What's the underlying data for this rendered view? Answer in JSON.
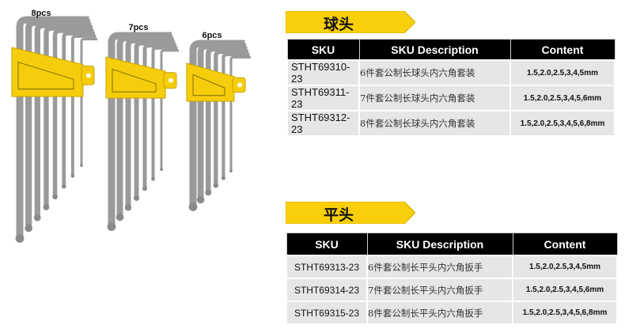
{
  "image": {
    "sets": [
      {
        "label": "8pcs"
      },
      {
        "label": "7pcs"
      },
      {
        "label": "6pcs"
      }
    ]
  },
  "colors": {
    "yellow": "#f5cd0c",
    "key": "#9a9a9a"
  },
  "ball": {
    "title": "球头",
    "headers": [
      "SKU",
      "SKU Description",
      "Content"
    ],
    "rows": [
      [
        "STHT69310-23",
        "6件套公制长球头内六角套装",
        "1.5,2.0,2.5,3,4,5mm"
      ],
      [
        "STHT69311-23",
        "7件套公制长球头内六角套装",
        "1.5,2.0,2.5,3,4,5,6mm"
      ],
      [
        "STHT69312-23",
        "8件套公制长球头内六角套装",
        "1.5,2.0,2.5,3,4,5,6,8mm"
      ]
    ]
  },
  "flat": {
    "title": "平头",
    "headers": [
      "SKU",
      "SKU Description",
      "Content"
    ],
    "rows": [
      [
        "STHT69313-23",
        "6件套公制长平头内六角扳手",
        "1.5,2.0,2.5,3,4,5mm"
      ],
      [
        "STHT69314-23",
        "7件套公制长平头内六角扳手",
        "1.5,2.0,2.5,3,4,5,6mm"
      ],
      [
        "STHT69315-23",
        "8件套公制长平头内六角扳手",
        "1.5,2.0,2.5,3,4,5,6,8mm"
      ]
    ]
  }
}
